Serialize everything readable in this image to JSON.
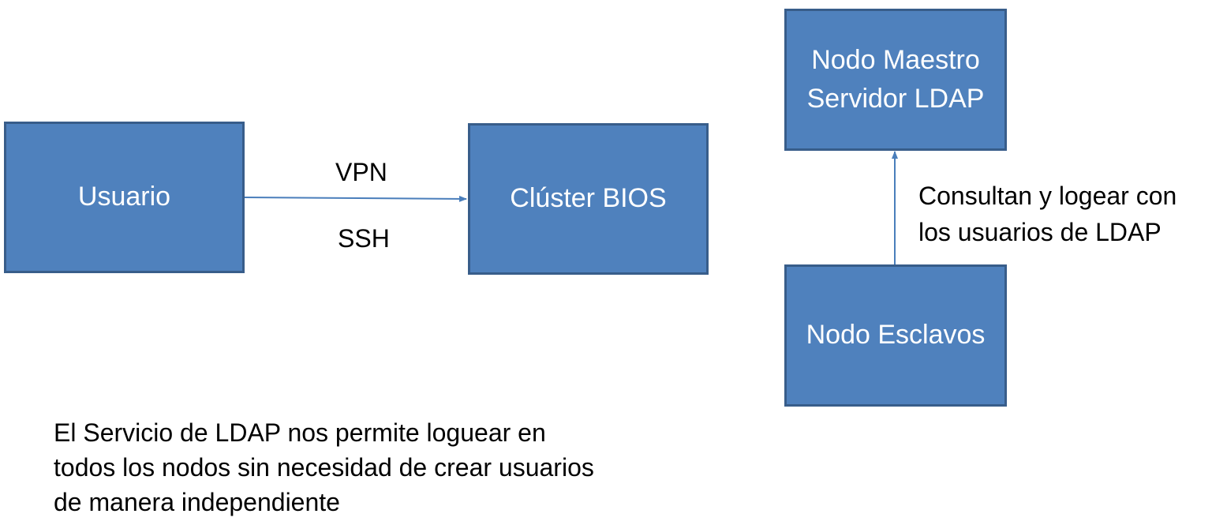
{
  "nodes": {
    "usuario": {
      "label": "Usuario"
    },
    "cluster": {
      "label": "Clúster BIOS"
    },
    "maestro": {
      "lines": [
        "Nodo Maestro",
        "Servidor LDAP"
      ]
    },
    "esclavos": {
      "label": "Nodo Esclavos"
    }
  },
  "edges": {
    "usuario_cluster": {
      "label_above": "VPN",
      "label_below": "SSH"
    },
    "esclavos_maestro": {
      "lines": [
        "Consultan y logear con",
        "los usuarios de LDAP"
      ]
    }
  },
  "note": {
    "lines": [
      "El Servicio de LDAP nos permite loguear en",
      "todos los nodos sin necesidad de crear usuarios",
      "de manera independiente"
    ]
  },
  "colors": {
    "node_fill": "#4f81bd",
    "node_border": "#385d8a",
    "node_text": "#ffffff",
    "edge": "#4a7ebb"
  }
}
